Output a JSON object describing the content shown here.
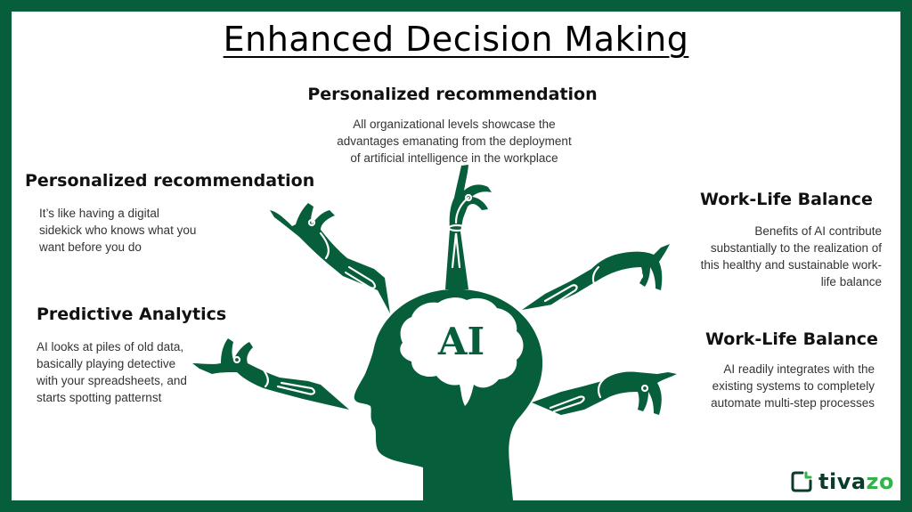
{
  "title": "Enhanced Decision Making",
  "colors": {
    "frame": "#075e3b",
    "illustration": "#075e3b",
    "background": "#ffffff",
    "logo_dark": "#0d3b2a",
    "logo_accent": "#33b34a"
  },
  "sections": [
    {
      "heading": "Personalized recommendation",
      "body": [
        "All organizational levels showcase the",
        "advantages emanating from the deployment",
        "of artificial intelligence in the workplace"
      ]
    },
    {
      "heading": "Personalized recommendation",
      "body": [
        "It’s like having a digital",
        "sidekick who knows what you",
        "want before you do"
      ]
    },
    {
      "heading": "Predictive Analytics",
      "body": [
        "AI looks at piles of old data,",
        "basically playing detective",
        "with your spreadsheets, and",
        "starts spotting patternst"
      ]
    },
    {
      "heading": "Work-Life Balance",
      "body": [
        "Benefits of AI contribute",
        "substantially to the realization of",
        "this healthy and sustainable work-",
        "life balance"
      ]
    },
    {
      "heading": "Work-Life Balance",
      "body": [
        "AI readily integrates with the",
        "existing systems to completely",
        "automate multi-step processes"
      ]
    }
  ],
  "illustration": {
    "brain_label": "AI",
    "icon": "robot-arms-around-head-icon"
  },
  "logo": {
    "text_dark": "tiva",
    "text_accent": "zo",
    "icon": "tivazo-logo-icon"
  }
}
